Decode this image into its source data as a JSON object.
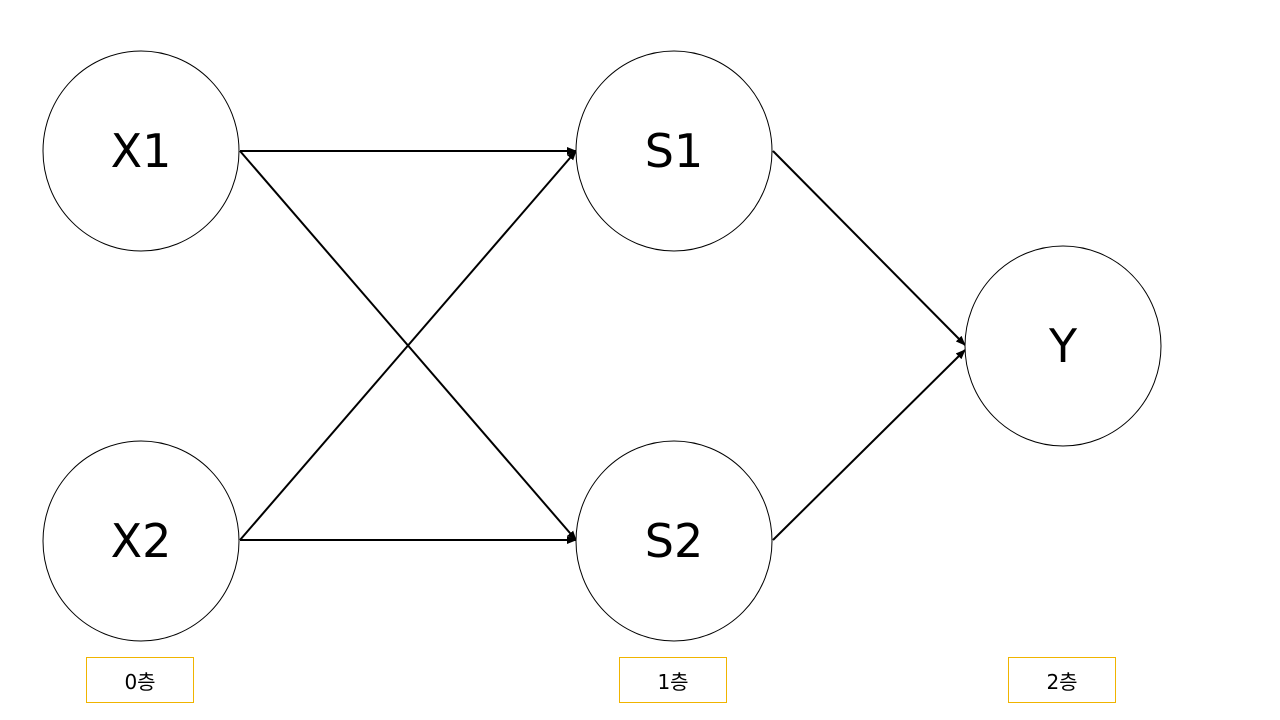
{
  "nodes": {
    "x1": "X1",
    "x2": "X2",
    "s1": "S1",
    "s2": "S2",
    "y": "Y"
  },
  "layers": {
    "layer0": "0층",
    "layer1": "1층",
    "layer2": "2층"
  },
  "colors": {
    "node_stroke": "#000000",
    "edge": "#000000",
    "layer_border": "#f0b400"
  }
}
